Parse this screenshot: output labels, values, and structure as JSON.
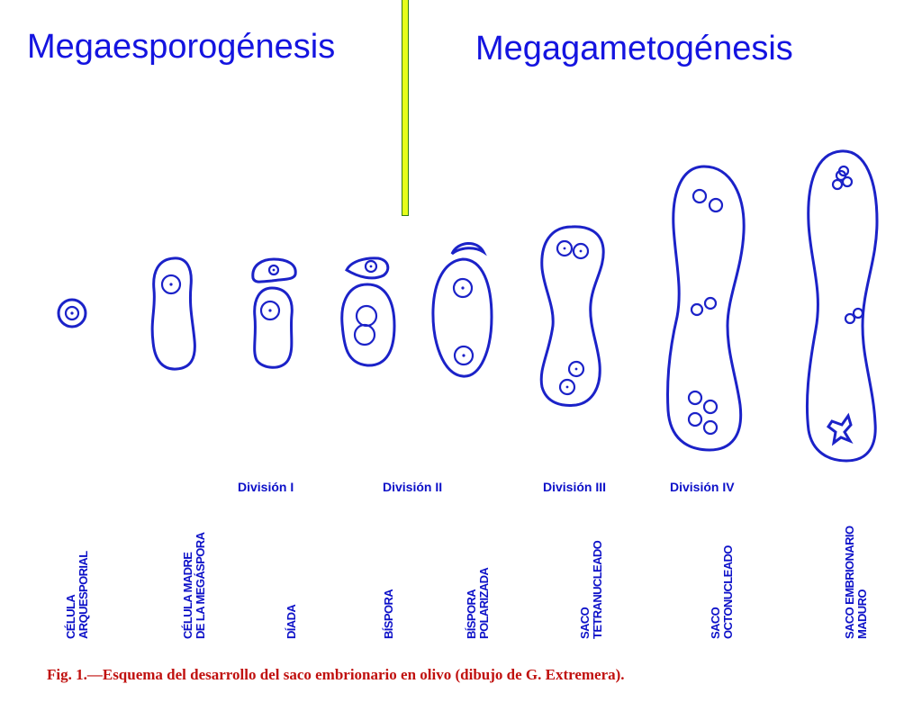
{
  "headings": {
    "left": "Megaesporogénesis",
    "right": "Megagametogénesis"
  },
  "divisions": [
    "División I",
    "División II",
    "División III",
    "División IV"
  ],
  "stages": [
    "CÉLULA\nARQUESPORIAL",
    "CÉLULA MADRE\nDE LA MEGÁSPORA",
    "DÍADA",
    "BÍSPORA",
    "BÍSPORA\nPOLARIZADA",
    "SACO\nTETRANUCLEADO",
    "SACO\nOCTONUCLEADO",
    "SACO EMBRIONARIO\nMADURO"
  ],
  "caption": "Fig. 1.—Esquema del desarrollo del saco embrionario en olivo (dibujo de G. Extremera).",
  "colors": {
    "headings": "#1414e0",
    "drawing": "#1b22c8",
    "labels": "#0c10c8",
    "caption": "#c0100e",
    "divider_fill": "#e6ff1a",
    "divider_border": "#2f7d14"
  }
}
